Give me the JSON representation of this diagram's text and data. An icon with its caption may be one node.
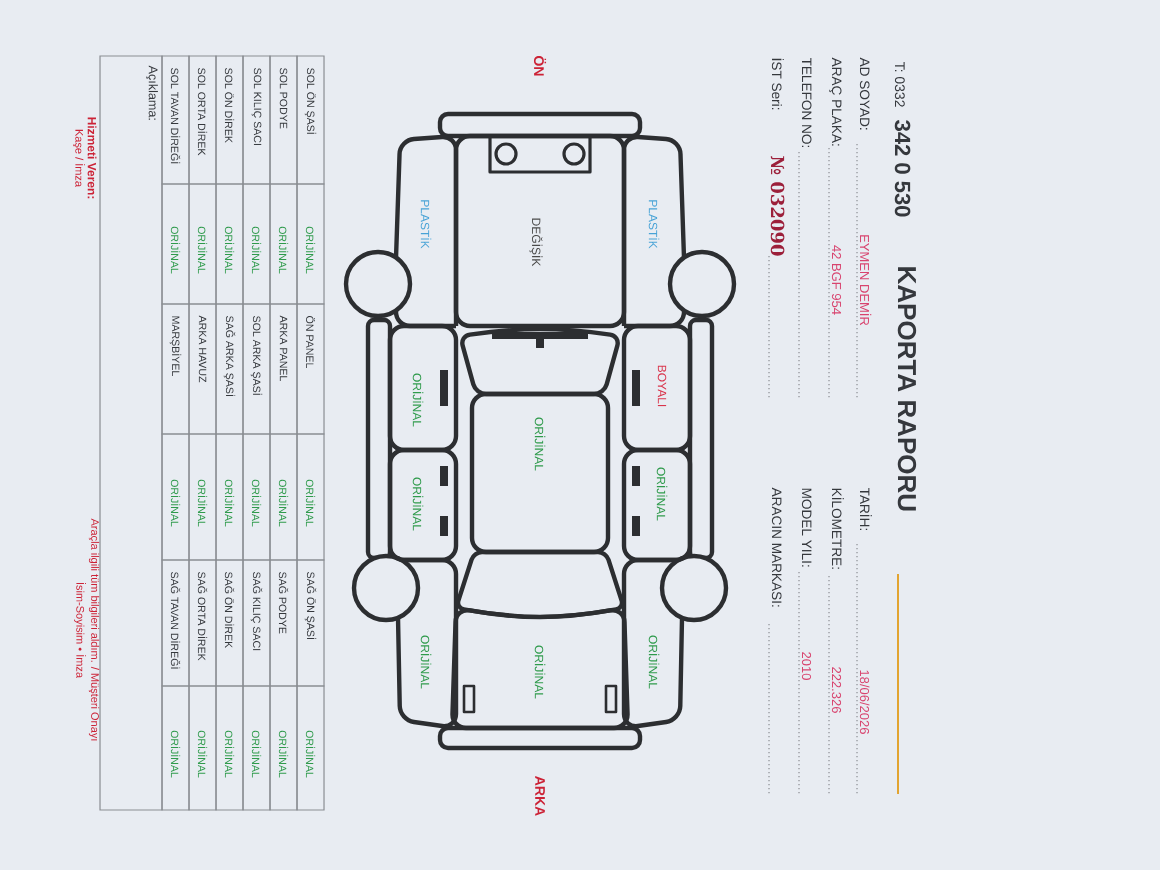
{
  "diagram": {
    "nodes": [
      {
        "text": [
          "PLASTİK"
        ]
      },
      {
        "text": [
          "BOYALI"
        ]
      },
      {
        "text": [
          "ORİJİNAL"
        ]
      },
      {
        "text": [
          "ORİJİNAL"
        ]
      },
      {
        "text": [
          "DEĞİŞİK"
        ]
      },
      {
        "text": [
          "ORİJİNAL"
        ]
      },
      {
        "text": [
          "ORİJİNAL"
        ]
      },
      {
        "text": [
          "PLASTİK"
        ]
      },
      {
        "text": [
          "ORİJİNAL"
        ]
      },
      {
        "text": [
          "ORİJİNAL"
        ]
      },
      {
        "text": [
          "ORİJİNAL"
        ]
      }
    ],
    "labels": [
      "T: 0332",
      "342 0 530",
      "KAPORTA RAPORU",
      "AD SOYAD:",
      "EYMEN DEMİR",
      "TARİH:",
      "18/06/2026",
      "ARAÇ PLAKA:",
      "42 BGF 954",
      "KİLOMETRE:",
      "222.326",
      "TELEFON NO:",
      "MODEL YILI:",
      "2010",
      "İST Seri:",
      "№ 032090",
      "ARACIN MARKASI:",
      "ÖN",
      "ARKA",
      "SOL ÖN ŞASİ",
      "ORİJİNAL",
      "ÖN PANEL",
      "ORİJİNAL",
      "SAĞ ÖN ŞASİ",
      "ORİJİNAL",
      "SOL PODYE",
      "ORİJİNAL",
      "ARKA PANEL",
      "ORİJİNAL",
      "SAĞ PODYE",
      "ORİJİNAL",
      "SOL KILIÇ SACI",
      "ORİJİNAL",
      "SOL ARKA ŞASİ",
      "ORİJİNAL",
      "SAĞ KILIÇ SACI",
      "ORİJİNAL",
      "SOL ÖN DİREK",
      "ORİJİNAL",
      "SAĞ ARKA ŞASİ",
      "ORİJİNAL",
      "SAĞ ÖN DİREK",
      "ORİJİNAL",
      "SOL ORTA DİREK",
      "ORİJİNAL",
      "ARKA HAVUZ",
      "ORİJİNAL",
      "SAĞ ORTA DİREK",
      "ORİJİNAL",
      "SOL TAVAN DİREĞİ",
      "ORİJİNAL",
      "MARŞBİYEL",
      "ORİJİNAL",
      "SAĞ TAVAN DİREĞİ",
      "ORİJİNAL",
      "Açıklama:",
      "Hizmeti Veren:",
      "Kaşe / İmza",
      "Araçla ilgili tüm bilgileri aldım. / Müşteri Onayı",
      "İsim-Soyisim • İmza"
    ]
  }
}
